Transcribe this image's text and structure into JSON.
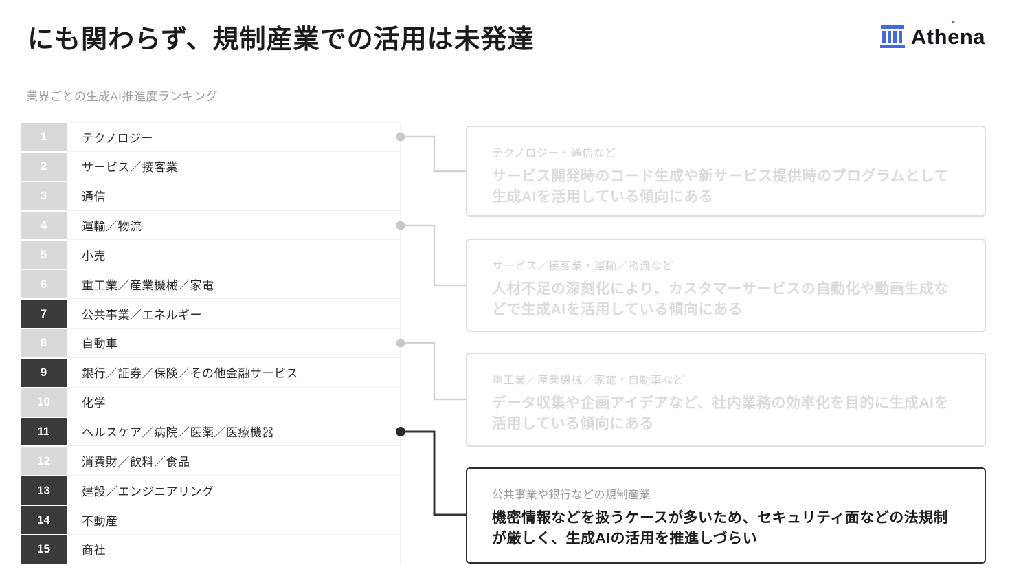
{
  "header": {
    "title": "にも関わらず、規制産業での活用は未発達",
    "logo": {
      "name": "Athéna",
      "part1": "Ath",
      "e": "e",
      "accent": "´",
      "part2": "na"
    }
  },
  "subtitle": "業界ごとの生成AI推進度ランキング",
  "ranking": {
    "rows": [
      {
        "rank": "1",
        "label": "テクノロジー",
        "highlighted": false
      },
      {
        "rank": "2",
        "label": "サービス／接客業",
        "highlighted": false
      },
      {
        "rank": "3",
        "label": "通信",
        "highlighted": false
      },
      {
        "rank": "4",
        "label": "運輸／物流",
        "highlighted": false
      },
      {
        "rank": "5",
        "label": "小売",
        "highlighted": false
      },
      {
        "rank": "6",
        "label": "重工業／産業機械／家電",
        "highlighted": false
      },
      {
        "rank": "7",
        "label": "公共事業／エネルギー",
        "highlighted": true
      },
      {
        "rank": "8",
        "label": "自動車",
        "highlighted": false
      },
      {
        "rank": "9",
        "label": "銀行／証券／保険／その他金融サービス",
        "highlighted": true
      },
      {
        "rank": "10",
        "label": "化学",
        "highlighted": false
      },
      {
        "rank": "11",
        "label": "ヘルスケア／病院／医薬／医療機器",
        "highlighted": true
      },
      {
        "rank": "12",
        "label": "消費財／飲料／食品",
        "highlighted": false
      },
      {
        "rank": "13",
        "label": "建設／エンジニアリング",
        "highlighted": true
      },
      {
        "rank": "14",
        "label": "不動産",
        "highlighted": true
      },
      {
        "rank": "15",
        "label": "商社",
        "highlighted": true
      }
    ]
  },
  "callouts": [
    {
      "header": "テクノロジー・通信など",
      "body": "サービス開発時のコード生成や新サービス提供時のプログラムとして生成AIを活用している傾向にある",
      "active": false
    },
    {
      "header": "サービス／接客業・運輸／物流など",
      "body": "人材不足の深刻化により、カスタマーサービスの自動化や動画生成などで生成AIを活用している傾向にある",
      "active": false
    },
    {
      "header": "重工業／産業機械／家電・自動車など",
      "body": "データ収集や企画アイデアなど、社内業務の効率化を目的に生成AIを活用している傾向にある",
      "active": false
    },
    {
      "header": "公共事業や銀行などの規制産業",
      "body": "機密情報などを扱うケースが多いため、セキュリティ面などの法規制が厳しく、生成AIの活用を推進しづらい",
      "active": true
    }
  ],
  "colors": {
    "logo_blue": "#4169e1",
    "dark_cell": "#3a3a3a",
    "light_cell": "#d9d9d9",
    "line_gray": "#d2d2d2",
    "line_dark": "#333333"
  }
}
